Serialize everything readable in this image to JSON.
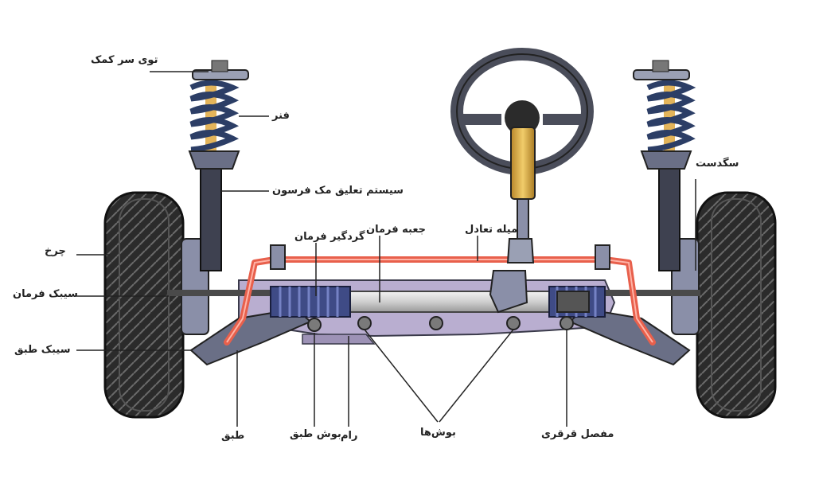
{
  "labels": {
    "strut_mount": "توی سر کمک",
    "spring": "فنر",
    "macpherson": "سیستم تعلیق مک فرسون",
    "wheel": "چرخ",
    "tie_rod": "سیبک فرمان",
    "lower_ball_joint": "سیبک طبق",
    "steering_boot": "گردگیر فرمان",
    "steering_rack": "جعبه فرمان",
    "stabilizer_bar": "میله تعادل",
    "knuckle": "سگدست",
    "control_arm": "طبق",
    "arm_bushing": "بوش طبق",
    "subframe": "رام",
    "bushings": "بوش‌ها",
    "universal_joint": "مفصل قرقری"
  },
  "colors": {
    "tire": "#2b2b2b",
    "spring": "#2c3e66",
    "stabilizer": "#e8604c",
    "frame": "#b9aed0",
    "boot": "#3f4b86",
    "column": "#d4a43a"
  }
}
